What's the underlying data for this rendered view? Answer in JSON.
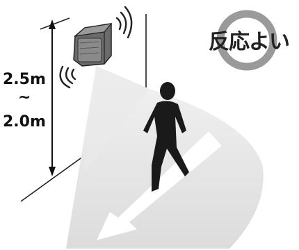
{
  "badge": {
    "label": "反応よい"
  },
  "height": {
    "upper": "2.5m",
    "separator": "~",
    "lower": "2.0m"
  }
}
